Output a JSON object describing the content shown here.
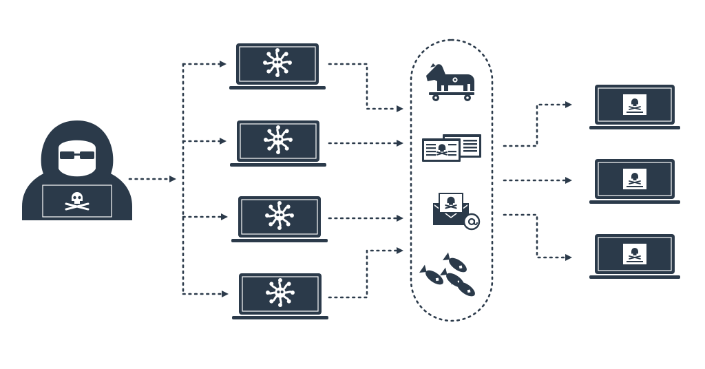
{
  "colors": {
    "ink": "#2b3a4a",
    "background": "#ffffff"
  },
  "nodes": {
    "attacker": {
      "icon": "hooded-hacker-icon",
      "screen_icon": "skull-crossbones-icon"
    },
    "infected_computers": [
      {
        "icon": "laptop-icon",
        "screen_icon": "virus-icon"
      },
      {
        "icon": "laptop-icon",
        "screen_icon": "virus-icon"
      },
      {
        "icon": "laptop-icon",
        "screen_icon": "virus-icon"
      },
      {
        "icon": "laptop-icon",
        "screen_icon": "virus-icon"
      }
    ],
    "attack_vectors": [
      {
        "icon": "trojan-horse-icon"
      },
      {
        "icon": "malicious-document-icon"
      },
      {
        "icon": "phishing-email-icon"
      },
      {
        "icon": "bombs-icon"
      }
    ],
    "victims": [
      {
        "icon": "laptop-icon",
        "screen_icon": "skull-document-icon"
      },
      {
        "icon": "laptop-icon",
        "screen_icon": "skull-document-icon"
      },
      {
        "icon": "laptop-icon",
        "screen_icon": "skull-document-icon"
      }
    ]
  },
  "connections": [
    {
      "from": "attacker",
      "to": "distribution"
    },
    {
      "from": "distribution",
      "to": "infected-1"
    },
    {
      "from": "distribution",
      "to": "infected-2"
    },
    {
      "from": "distribution",
      "to": "infected-3"
    },
    {
      "from": "distribution",
      "to": "infected-4"
    },
    {
      "from": "infected-1",
      "to": "attack-vectors"
    },
    {
      "from": "infected-2",
      "to": "attack-vectors"
    },
    {
      "from": "infected-3",
      "to": "attack-vectors"
    },
    {
      "from": "infected-4",
      "to": "attack-vectors"
    },
    {
      "from": "attack-vectors",
      "to": "victim-1"
    },
    {
      "from": "attack-vectors",
      "to": "victim-2"
    },
    {
      "from": "attack-vectors",
      "to": "victim-3"
    }
  ]
}
